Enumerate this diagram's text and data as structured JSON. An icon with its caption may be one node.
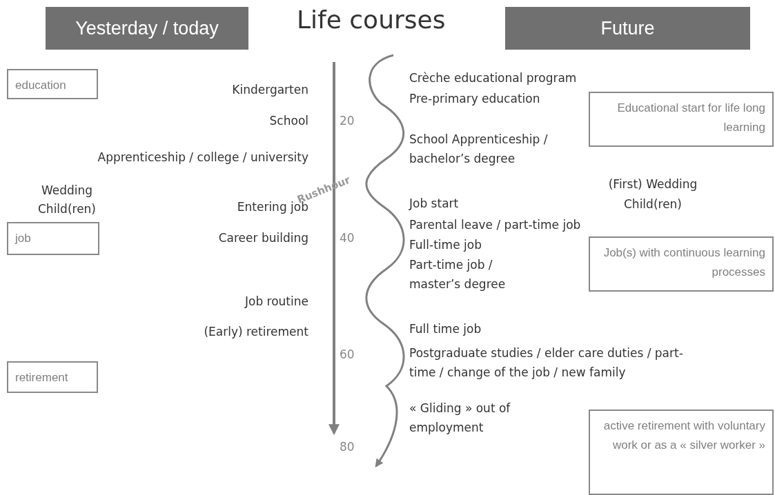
{
  "diagram": {
    "title": "Life courses",
    "nodes": [
      {
        "text": [
          "Yesterday / today"
        ]
      },
      {
        "text": [
          "Future"
        ]
      },
      {
        "text": [
          "education"
        ]
      },
      {
        "text": [
          "job"
        ]
      },
      {
        "text": [
          "retirement"
        ]
      },
      {
        "text": [
          "Educational start for life long learning"
        ]
      },
      {
        "text": [
          "Job(s) with continuous learning processes"
        ]
      },
      {
        "text": [
          "active retirement with voluntary work or as a « silver worker »"
        ]
      }
    ],
    "edges": [],
    "labels": [
      "Crèche educational program",
      "Kindergarten",
      "Pre-primary education",
      "School",
      "20",
      "School Apprenticeship / bachelor’s degree",
      "Apprenticeship / college / university",
      "(First) Wedding",
      "Child(ren)",
      "Wedding",
      "Entering job",
      "Job start",
      "Rushhour",
      "Child(ren)",
      "Parental leave / part-time job",
      "Career building",
      "40",
      "Full-time job",
      "Part-time job / master’s degree",
      "Job routine",
      "(Early) retirement",
      "Full time job",
      "60",
      "Postgraduate studies / elder care duties / part-time / change of the job / new family",
      "« Gliding » out of employment",
      "80"
    ]
  }
}
